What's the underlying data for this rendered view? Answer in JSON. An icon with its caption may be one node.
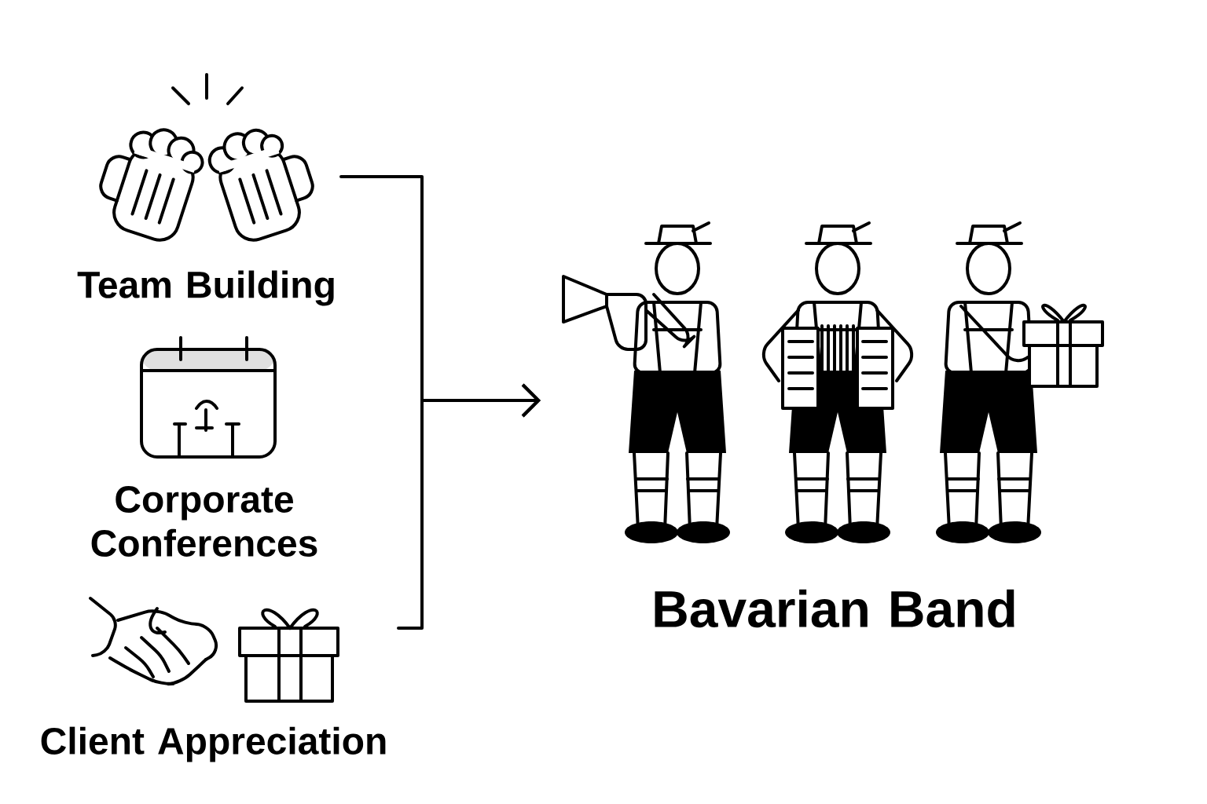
{
  "diagram": {
    "nodes": [
      {
        "text": [
          "Team Building"
        ]
      },
      {
        "text": [
          "Corporate Conferences"
        ]
      },
      {
        "text": [
          "Client Appreciation"
        ]
      },
      {
        "text": [
          "Bavarian Band"
        ]
      }
    ],
    "edges": [
      {
        "from": 0,
        "to": 3,
        "arrow": "to"
      },
      {
        "from": 2,
        "to": 3,
        "arrow": "to"
      }
    ]
  }
}
